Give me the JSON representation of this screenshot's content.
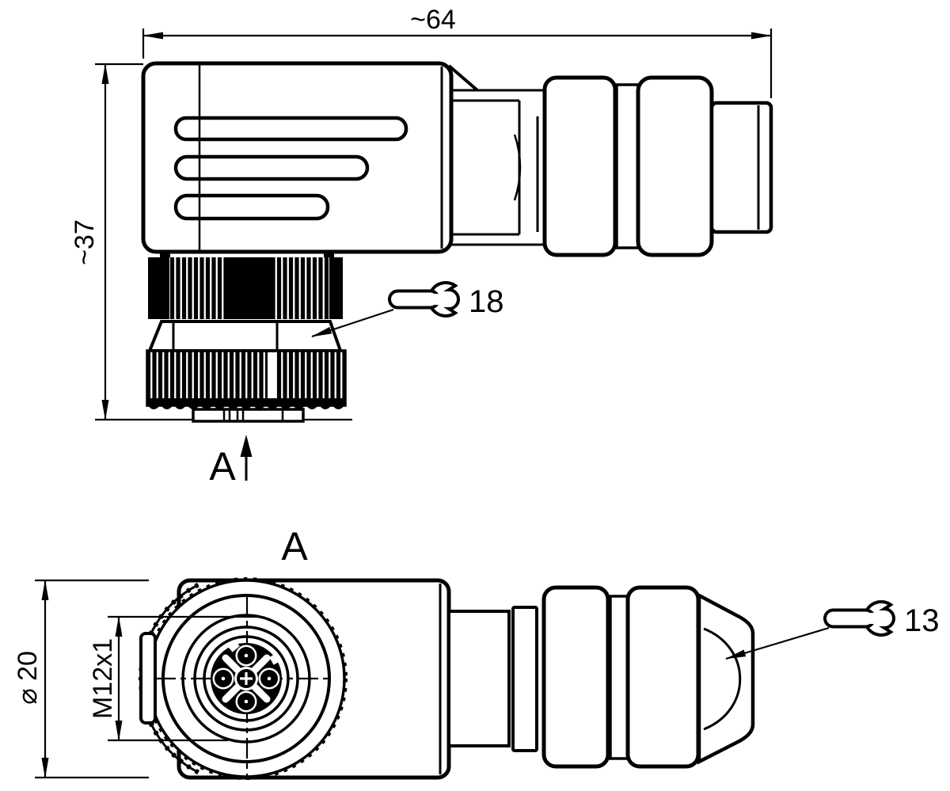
{
  "drawing": {
    "background": "#ffffff",
    "line_color": "#000000",
    "side_view": {
      "length_dim": "~64",
      "height_dim": "~37",
      "hex_wrench_size": "18",
      "view_arrow_label": "A"
    },
    "front_view": {
      "view_title": "A",
      "diameter_dim": "⌀ 20",
      "thread_dim": "M12x1",
      "gland_wrench_size": "13"
    }
  }
}
